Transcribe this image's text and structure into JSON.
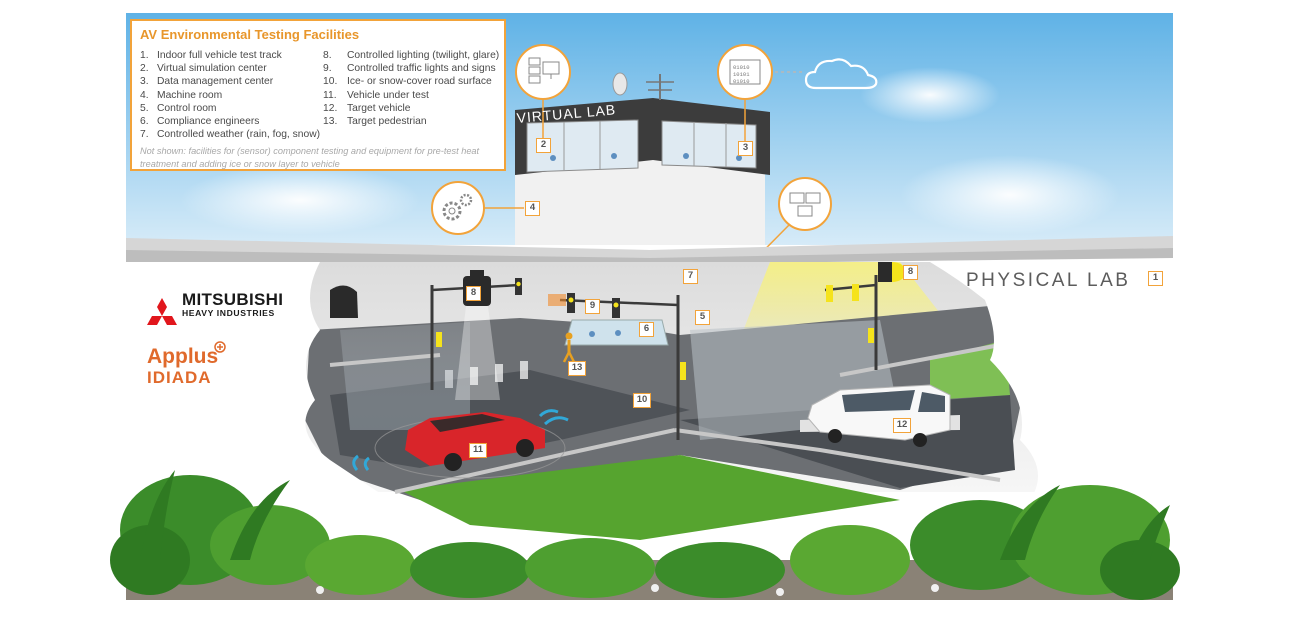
{
  "legend": {
    "title": "AV Environmental Testing Facilities",
    "items_col1": [
      {
        "num": "1.",
        "text": "Indoor full vehicle test track"
      },
      {
        "num": "2.",
        "text": "Virtual simulation center"
      },
      {
        "num": "3.",
        "text": "Data management center"
      },
      {
        "num": "4.",
        "text": "Machine room"
      },
      {
        "num": "5.",
        "text": "Control room"
      },
      {
        "num": "6.",
        "text": "Compliance engineers"
      },
      {
        "num": "7.",
        "text": "Controlled weather (rain, fog, snow)"
      }
    ],
    "items_col2": [
      {
        "num": "8.",
        "text": "Controlled lighting (twilight, glare)"
      },
      {
        "num": "9.",
        "text": "Controlled traffic lights and signs"
      },
      {
        "num": "10.",
        "text": "Ice- or snow-cover road surface"
      },
      {
        "num": "11.",
        "text": "Vehicle under test"
      },
      {
        "num": "12.",
        "text": "Target vehicle"
      },
      {
        "num": "13.",
        "text": "Target pedestrian"
      }
    ],
    "note": "Not shown: facilities for (sensor) component testing and equipment for pre-test heat treatment and adding ice or snow layer to vehicle"
  },
  "virtual_lab_title": "VIRTUAL LAB",
  "physical_lab_title": "PHYSICAL LAB",
  "markers": {
    "m1": "1",
    "m2": "2",
    "m3": "3",
    "m4": "4",
    "m5": "5",
    "m6": "6",
    "m7": "7",
    "m8a": "8",
    "m8b": "8",
    "m9": "9",
    "m10": "10",
    "m11": "11",
    "m12": "12",
    "m13": "13"
  },
  "icons": {
    "virtual_sim": "server-monitor-icon",
    "data_mgmt": "binary-code-icon",
    "machine_room": "gears-icon",
    "control_room": "monitors-icon",
    "cloud": "cloud-icon"
  },
  "logos": {
    "mitsubishi_line1": "MITSUBISHI",
    "mitsubishi_line2": "HEAVY INDUSTRIES",
    "applus": "Applus",
    "idiada": "IDIADA"
  },
  "colors": {
    "accent_orange": "#f2a33a",
    "sky": "#8cc6ec",
    "test_vehicle_red": "#d9252a",
    "signal_yellow": "#f5e31c",
    "grass_green": "#5aa832"
  }
}
